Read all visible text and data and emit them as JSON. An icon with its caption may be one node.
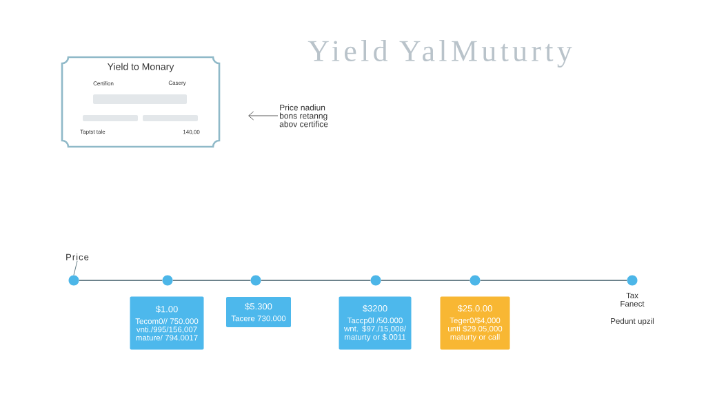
{
  "diagram": {
    "title": "Yield YalMuturty",
    "nodes": [
      {
        "text": [
          "Yield to Monary",
          "Certifion",
          "Casery",
          "Taptst tale",
          "140,00"
        ]
      },
      {
        "text": [
          "Price nadiun bons retanng abov certifice"
        ]
      },
      {
        "text": [
          "Price"
        ]
      },
      {
        "text": [],
        "shape": "circle"
      },
      {
        "text": [],
        "shape": "circle"
      },
      {
        "text": [],
        "shape": "circle"
      },
      {
        "text": [],
        "shape": "circle"
      },
      {
        "text": [],
        "shape": "circle"
      },
      {
        "text": [],
        "shape": "circle"
      },
      {
        "text": [
          "$1.00",
          "Tecom0// 750.000 vnti./995/156,007 mature/ 794.0017"
        ]
      },
      {
        "text": [
          "$5.300",
          "Tacere 730.000"
        ]
      },
      {
        "text": [
          "$3200",
          "Taccp0l /50.000 wnt. $97./15,008/ maturty or $.0011"
        ]
      },
      {
        "text": [
          "$25.0.00",
          "Teger0/$4,000 unti $29.05,000 maturty or call"
        ]
      }
    ],
    "edges": [
      {
        "from": 1,
        "to": null,
        "arrow": "to"
      },
      {
        "from": 2,
        "to": 3,
        "arrow": "none"
      },
      {
        "from": 3,
        "to": 4,
        "arrow": "none"
      },
      {
        "from": 4,
        "to": 5,
        "arrow": "none"
      },
      {
        "from": 5,
        "to": 6,
        "arrow": "none"
      },
      {
        "from": 6,
        "to": 7,
        "arrow": "none"
      },
      {
        "from": 7,
        "to": 8,
        "arrow": "none"
      }
    ],
    "labels": [
      "Tax Fanect",
      "Pedunt upzil"
    ]
  }
}
